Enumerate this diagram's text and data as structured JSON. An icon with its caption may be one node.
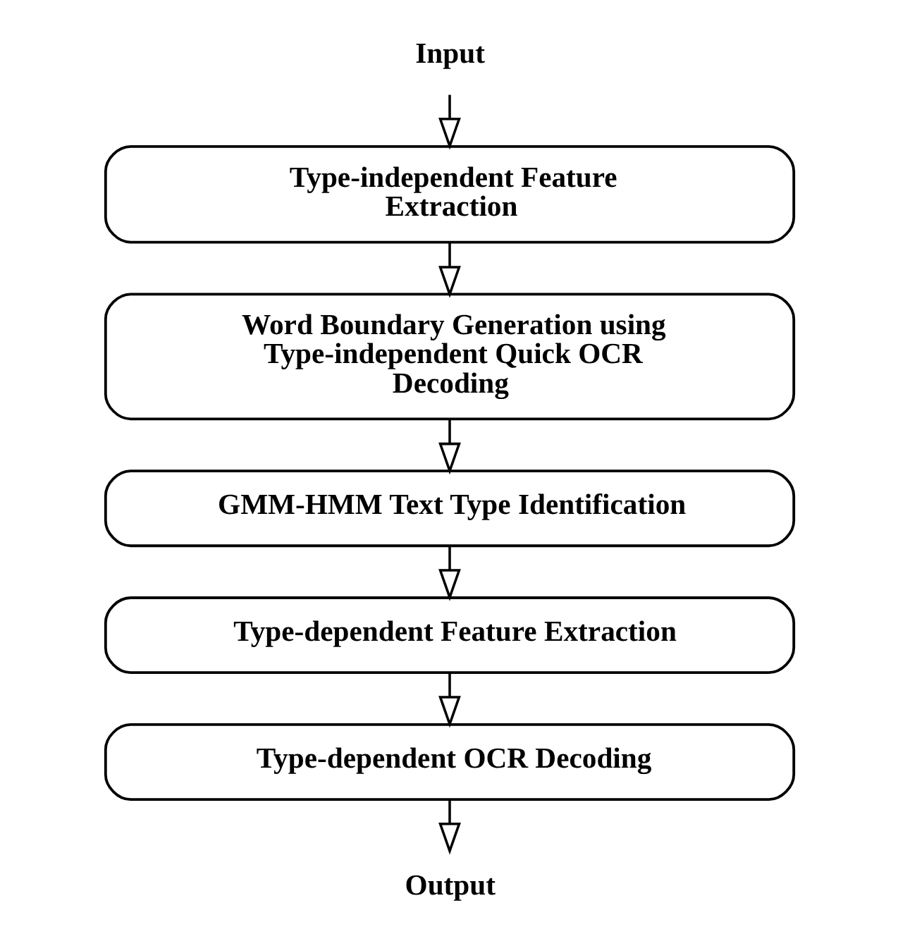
{
  "diagram": {
    "nodes": [
      {
        "text": [
          "Input"
        ]
      },
      {
        "text": [
          "Type-independent Feature Extraction"
        ]
      },
      {
        "text": [
          "Word Boundary Generation using Type-independent Quick OCR Decoding"
        ]
      },
      {
        "text": [
          "GMM-HMM Text Type Identification"
        ]
      },
      {
        "text": [
          "Type-dependent Feature Extraction"
        ]
      },
      {
        "text": [
          "Type-dependent OCR Decoding"
        ]
      },
      {
        "text": [
          "Output"
        ]
      }
    ],
    "edges": [
      {
        "from": 0,
        "to": 1,
        "arrow": "to"
      },
      {
        "from": 1,
        "to": 2,
        "arrow": "to"
      },
      {
        "from": 2,
        "to": 3,
        "arrow": "to"
      },
      {
        "from": 3,
        "to": 4,
        "arrow": "to"
      },
      {
        "from": 4,
        "to": 5,
        "arrow": "to"
      },
      {
        "from": 5,
        "to": 6,
        "arrow": "to"
      }
    ]
  }
}
